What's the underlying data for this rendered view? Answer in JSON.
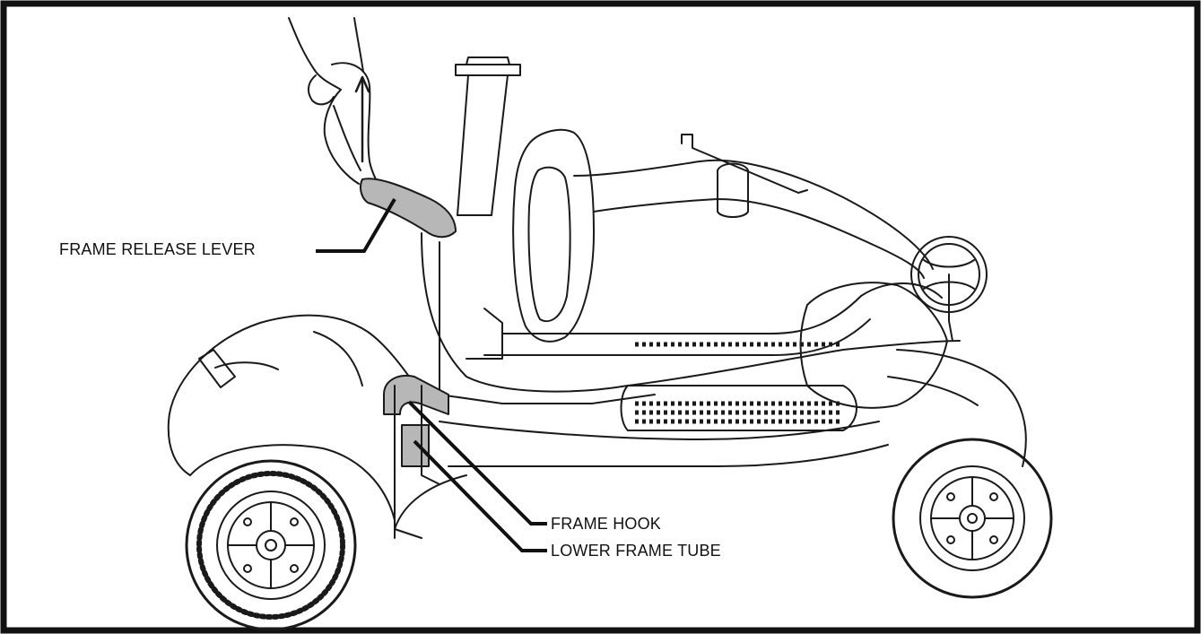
{
  "labels": {
    "frame_release_lever": "FRAME RELEASE LEVER",
    "frame_hook": "FRAME HOOK",
    "lower_frame_tube": "LOWER FRAME TUBE"
  },
  "colors": {
    "border": "#111111",
    "line": "#1a1a1a",
    "highlight": "#b7b7b7",
    "background": "#ffffff"
  }
}
